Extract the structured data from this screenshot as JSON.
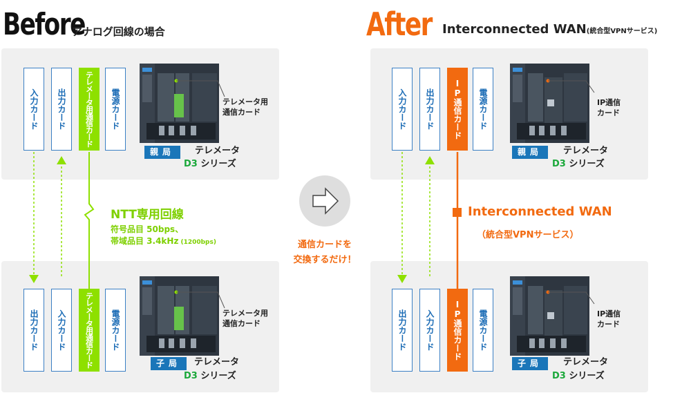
{
  "before": {
    "title": "Before",
    "subtitle": "アナログ回線の場合",
    "top": {
      "cards": [
        "入力カード",
        "出力カード",
        "テレメータ用通信カード",
        "電源カード"
      ],
      "badge": "親局",
      "device_name": "テレメータ",
      "series_d3": "D3",
      "series_rest": " シリーズ",
      "callout_line1": "テレメータ用",
      "callout_line2": "通信カード"
    },
    "bottom": {
      "cards": [
        "出力カード",
        "入力カード",
        "テレメータ用通信カード",
        "電源カード"
      ],
      "badge": "子局",
      "device_name": "テレメータ",
      "series_d3": "D3",
      "series_rest": " シリーズ",
      "callout_line1": "テレメータ用",
      "callout_line2": "通信カード"
    },
    "line_label": "NTT専用回線",
    "line_detail1": "符号品目 50bps、",
    "line_detail2_main": "帯域品目 3.4kHz",
    "line_detail2_sub": "(1200bps)"
  },
  "middle": {
    "note_line1": "通信カードを",
    "note_line2": "交換するだけ！"
  },
  "after": {
    "title": "After",
    "subtitle_main": "Interconnected WAN",
    "subtitle_sub": "(統合型VPNサービス)",
    "top": {
      "cards": [
        "入力カード",
        "出力カード",
        "IP通信カード",
        "電源カード"
      ],
      "badge": "親局",
      "device_name": "テレメータ",
      "series_d3": "D3",
      "series_rest": " シリーズ",
      "callout_line1": "IP通信",
      "callout_line2": "カード"
    },
    "bottom": {
      "cards": [
        "出力カード",
        "入力カード",
        "IP通信カード",
        "電源カード"
      ],
      "badge": "子局",
      "device_name": "テレメータ",
      "series_d3": "D3",
      "series_rest": " シリーズ",
      "callout_line1": "IP通信",
      "callout_line2": "カード"
    },
    "wan_label": "Interconnected WAN",
    "wan_sub": "（統合型VPNサービス）"
  },
  "colors": {
    "green": "#8ee000",
    "orange": "#f26a10",
    "blue": "#1a76b9",
    "d3_green": "#1aa83a"
  }
}
